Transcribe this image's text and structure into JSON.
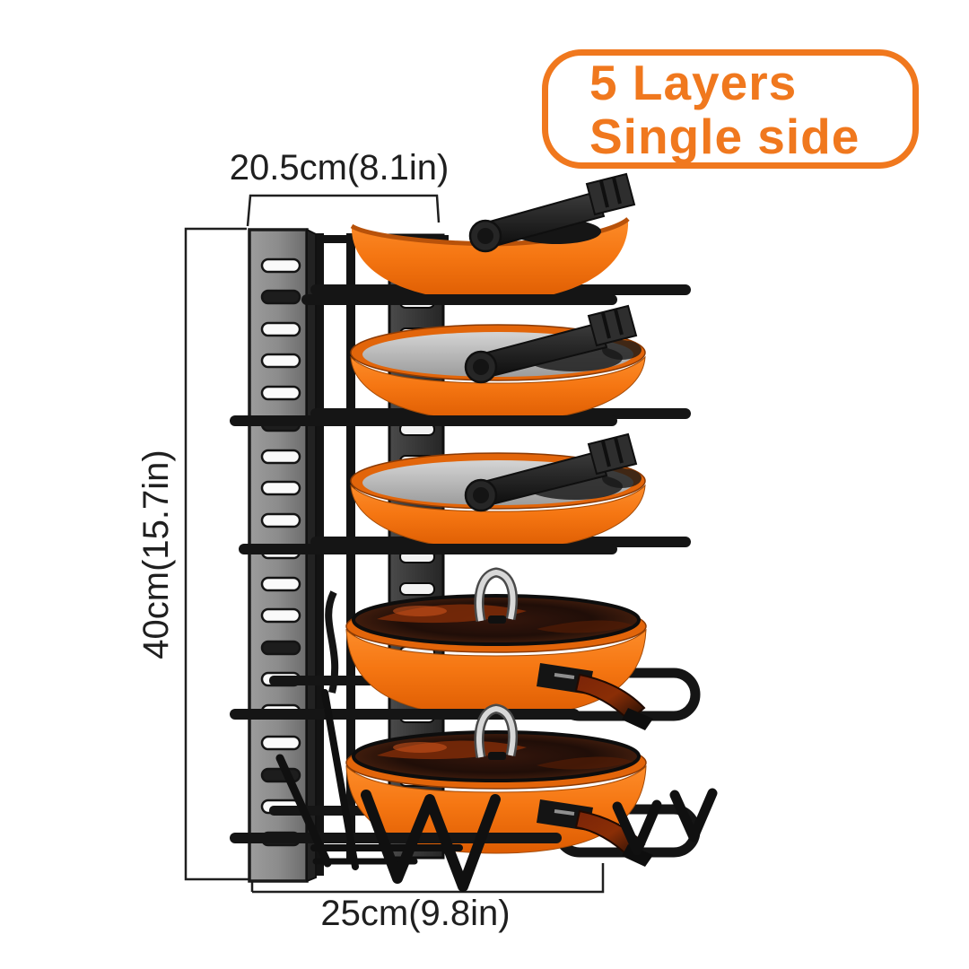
{
  "badge": {
    "line1": "5 Layers",
    "line2": "Single side"
  },
  "dimensions": {
    "width_top": "20.5cm(8.1in)",
    "height_left": "40cm(15.7in)",
    "depth_bottom": "25cm(9.8in)"
  },
  "rack": {
    "layer_count": "5",
    "sides": "single",
    "contents": [
      "frying pan",
      "frying pan",
      "frying pan",
      "lidded pot",
      "lidded pot"
    ]
  },
  "colors": {
    "accent_orange": "#F0781E",
    "pan_orange": "#F5821E",
    "wire_black": "#151515",
    "upright_gray": "#8C8C8C",
    "dimension_line": "#1f1f1f"
  }
}
